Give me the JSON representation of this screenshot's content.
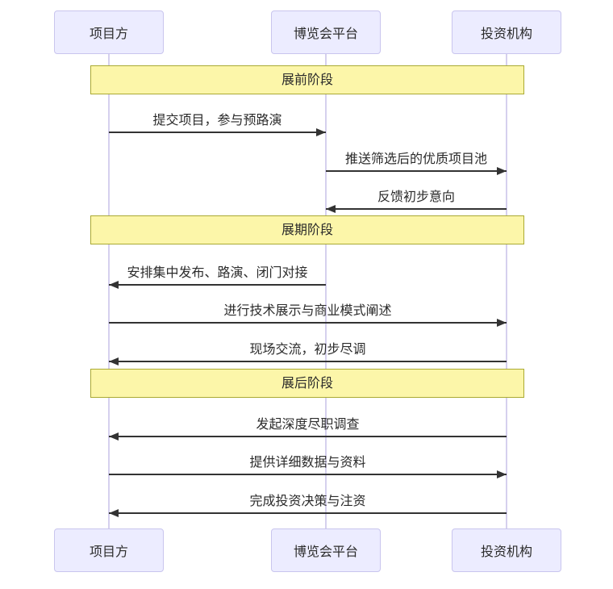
{
  "diagram": {
    "type": "sequence",
    "actors": [
      {
        "id": "project",
        "label": "项目方"
      },
      {
        "id": "platform",
        "label": "博览会平台"
      },
      {
        "id": "investor",
        "label": "投资机构"
      }
    ],
    "phases": [
      {
        "label": "展前阶段"
      },
      {
        "label": "展期阶段"
      },
      {
        "label": "展后阶段"
      }
    ],
    "messages": [
      {
        "phase": "展前阶段",
        "from": "项目方",
        "to": "博览会平台",
        "direction": "right",
        "text": "提交项目，参与预路演"
      },
      {
        "phase": "展前阶段",
        "from": "博览会平台",
        "to": "投资机构",
        "direction": "right",
        "text": "推送筛选后的优质项目池"
      },
      {
        "phase": "展前阶段",
        "from": "投资机构",
        "to": "博览会平台",
        "direction": "left",
        "text": "反馈初步意向"
      },
      {
        "phase": "展期阶段",
        "from": "博览会平台",
        "to": "项目方",
        "direction": "left",
        "text": "安排集中发布、路演、闭门对接"
      },
      {
        "phase": "展期阶段",
        "from": "项目方",
        "to": "投资机构",
        "direction": "right",
        "text": "进行技术展示与商业模式阐述"
      },
      {
        "phase": "展期阶段",
        "from": "投资机构",
        "to": "项目方",
        "direction": "left",
        "text": "现场交流，初步尽调"
      },
      {
        "phase": "展后阶段",
        "from": "投资机构",
        "to": "项目方",
        "direction": "left",
        "text": "发起深度尽职调查"
      },
      {
        "phase": "展后阶段",
        "from": "项目方",
        "to": "投资机构",
        "direction": "right",
        "text": "提供详细数据与资料"
      },
      {
        "phase": "展后阶段",
        "from": "投资机构",
        "to": "项目方",
        "direction": "left",
        "text": "完成投资决策与注资"
      }
    ],
    "colors": {
      "actor_fill": "#ececff",
      "actor_border": "#c9c5ee",
      "note_fill": "#fcf6a9",
      "note_border": "#aaaa33",
      "lifeline": "#d5d0ee",
      "arrow": "#333333",
      "text": "#2b2b2b"
    }
  }
}
